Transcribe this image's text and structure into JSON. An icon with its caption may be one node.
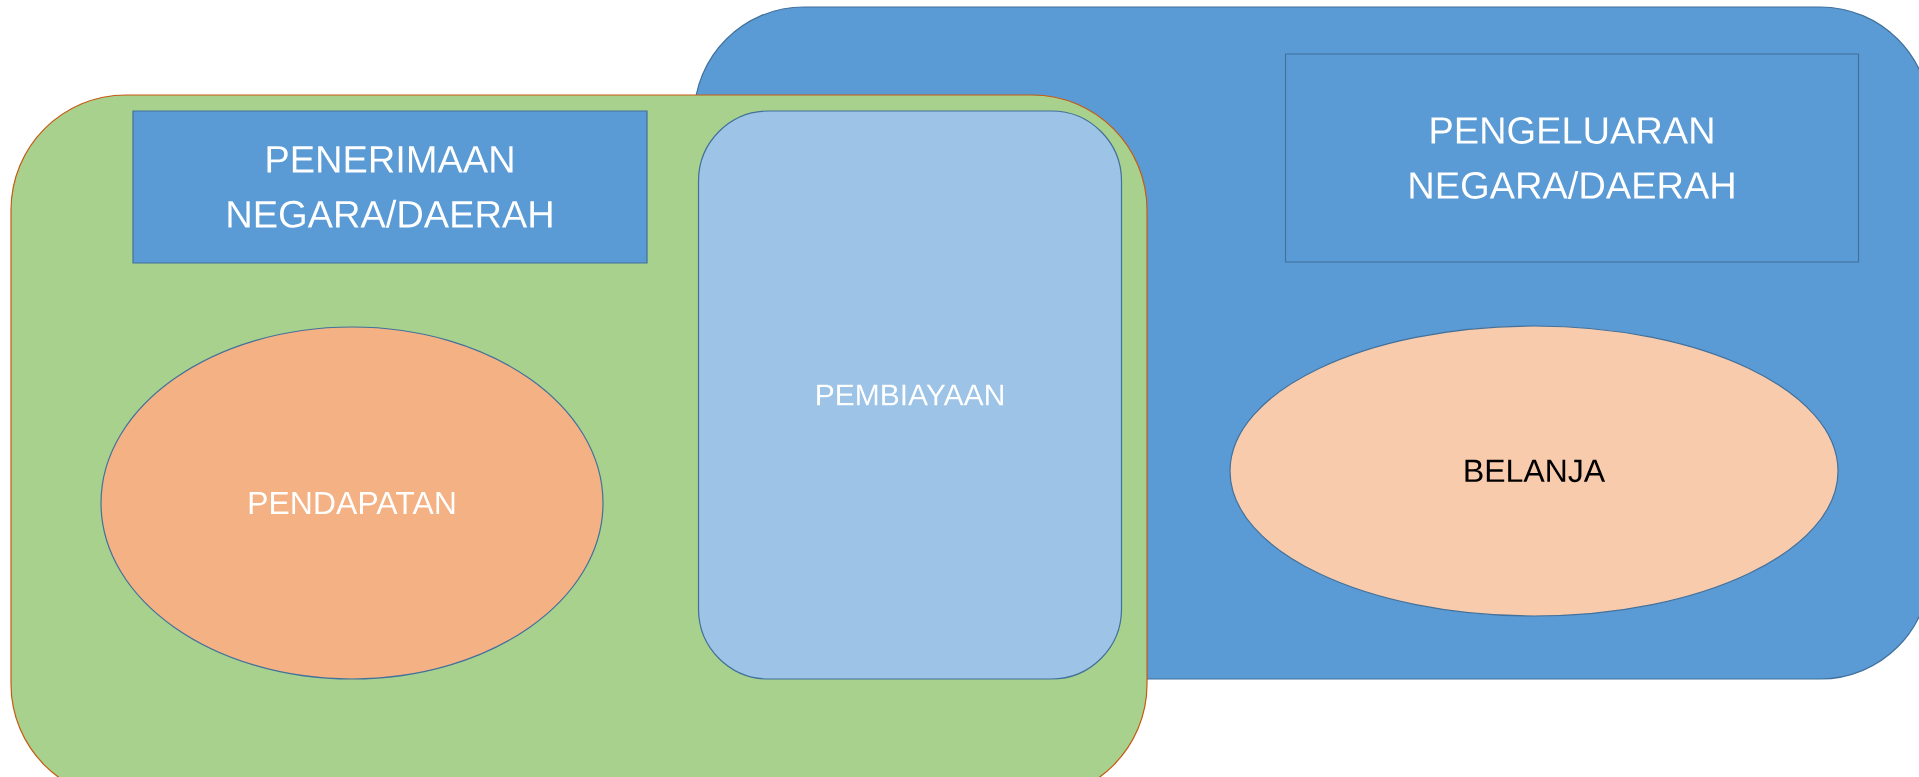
{
  "diagram": {
    "nodes": [
      {
        "text": [],
        "shape": "box"
      },
      {
        "text": [
          "PENERIMAAN NEGARA/DAERAH"
        ],
        "in": 0
      },
      {
        "text": [
          "PENDAPATAN"
        ],
        "in": 0
      },
      {
        "text": [
          "PEMBIAYAAN"
        ]
      },
      {
        "text": [],
        "shape": "box"
      },
      {
        "text": [
          "PENGELUARAN NEGARA/DAERAH"
        ],
        "in": 4
      },
      {
        "text": [
          "BELANJA"
        ],
        "in": 4
      }
    ]
  }
}
